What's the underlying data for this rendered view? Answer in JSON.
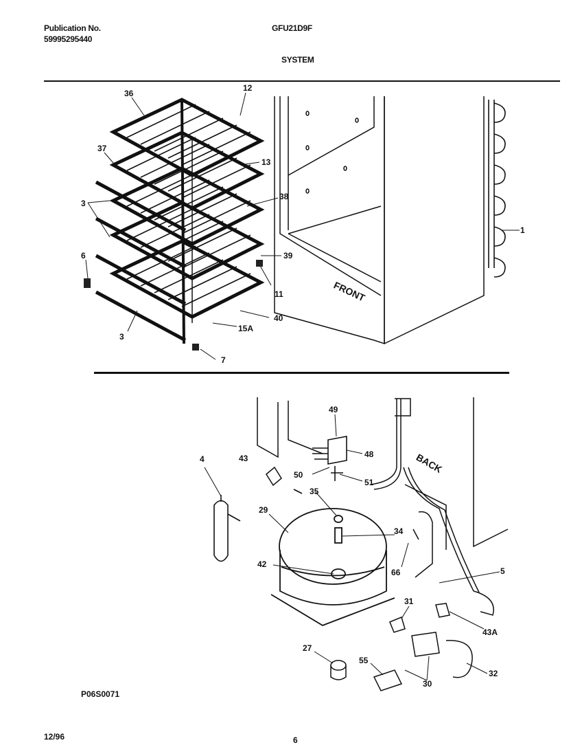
{
  "header": {
    "publication_label": "Publication No.",
    "publication_number": "59995295440",
    "model": "GFU21D9F",
    "section": "SYSTEM"
  },
  "diagram": {
    "top_labels": {
      "l36": "36",
      "l12": "12",
      "l37": "37",
      "l13": "13",
      "l38": "38",
      "l3a": "3",
      "l1": "1",
      "l6": "6",
      "l39": "39",
      "l11": "11",
      "l40": "40",
      "l15a": "15A",
      "l3b": "3",
      "l7": "7",
      "front": "FRONT"
    },
    "bottom_labels": {
      "l49": "49",
      "l48": "48",
      "l43": "43",
      "l4": "4",
      "l50": "50",
      "l51": "51",
      "l35": "35",
      "l29": "29",
      "l34": "34",
      "l42": "42",
      "l66": "66",
      "l5": "5",
      "l31": "31",
      "l43a": "43A",
      "l27": "27",
      "l55": "55",
      "l32": "32",
      "l30": "30",
      "back": "BACK"
    }
  },
  "footer": {
    "figure_code": "P06S0071",
    "date": "12/96",
    "page_number": "6"
  }
}
